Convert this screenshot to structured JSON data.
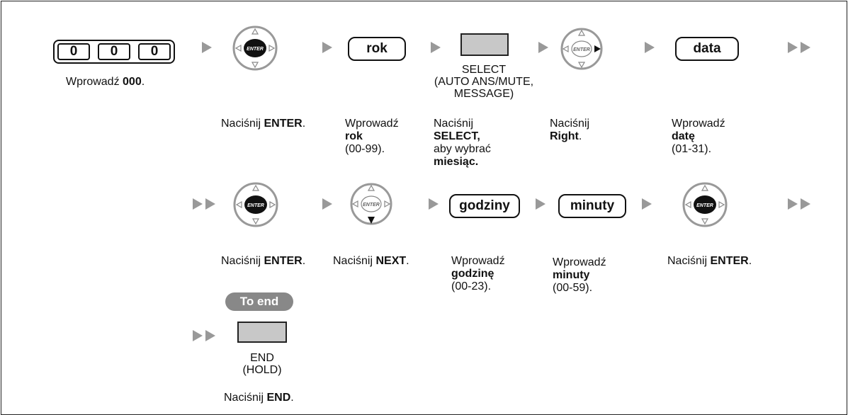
{
  "row1": {
    "digits": [
      "0",
      "0",
      "0"
    ],
    "enter_000": {
      "pre": "Wprowadź ",
      "bold": "000",
      "post": "."
    },
    "key_rok": "rok",
    "key_data": "data",
    "select_label": [
      "SELECT",
      "(AUTO ANS/MUTE,",
      "MESSAGE)"
    ],
    "press_enter": {
      "pre": "Naciśnij ",
      "bold": "ENTER",
      "post": "."
    },
    "enter_rok": {
      "l1": "Wprowadź",
      "bold": "rok",
      "l3": "(00-99)."
    },
    "press_select": {
      "l1": "Naciśnij",
      "bold": "SELECT,",
      "l3": "aby wybrać",
      "bold2": "miesiąc."
    },
    "press_right": {
      "l1": "Naciśnij",
      "bold": "Right",
      "post": "."
    },
    "enter_date": {
      "l1": "Wprowadź",
      "bold": "datę",
      "l3": "(01-31)."
    }
  },
  "row2": {
    "key_godziny": "godziny",
    "key_minuty": "minuty",
    "press_enter": {
      "pre": "Naciśnij ",
      "bold": "ENTER",
      "post": "."
    },
    "press_next": {
      "pre": "Naciśnij ",
      "bold": "NEXT",
      "post": "."
    },
    "enter_hour": {
      "l1": "Wprowadź",
      "bold": "godzinę",
      "l3": "(00-23)."
    },
    "enter_minutes": {
      "l1": "Wprowadź",
      "bold": "minuty",
      "l3": "(00-59)."
    },
    "press_enter2": {
      "pre": "Naciśnij ",
      "bold": "ENTER",
      "post": "."
    }
  },
  "row3": {
    "to_end": "To end",
    "end_label": [
      "END",
      "(HOLD)"
    ],
    "press_end": {
      "pre": "Naciśnij ",
      "bold": "END",
      "post": "."
    }
  },
  "navkey_label": "ENTER",
  "colors": {
    "arrow": "#999999",
    "softkey": "#c8c8c8",
    "pill": "#888888",
    "enter_fill": "#111111"
  }
}
